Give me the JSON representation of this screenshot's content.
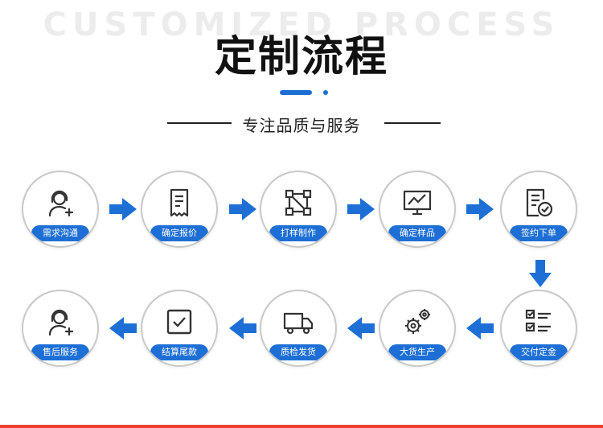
{
  "header": {
    "bg_title": "CUSTOMIZED PROCESS",
    "title": "定制流程",
    "subtitle": "专注品质与服务"
  },
  "colors": {
    "accent": "#1d6fd6",
    "bottom_bar": "#e8442a"
  },
  "steps": [
    {
      "label": "需求沟通",
      "icon": "headset-person-icon"
    },
    {
      "label": "确定报价",
      "icon": "receipt-icon"
    },
    {
      "label": "打样制作",
      "icon": "nodes-icon"
    },
    {
      "label": "确定样品",
      "icon": "monitor-chart-icon"
    },
    {
      "label": "签约下单",
      "icon": "contract-check-icon"
    },
    {
      "label": "交付定金",
      "icon": "checklist-icon"
    },
    {
      "label": "大货生产",
      "icon": "gears-icon"
    },
    {
      "label": "质检发货",
      "icon": "truck-icon"
    },
    {
      "label": "结算尾款",
      "icon": "check-square-icon"
    },
    {
      "label": "售后服务",
      "icon": "headset-person-icon"
    }
  ]
}
